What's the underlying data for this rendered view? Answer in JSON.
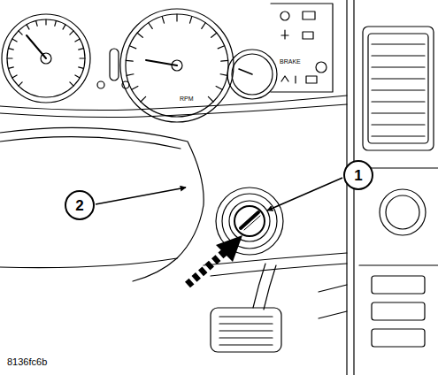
{
  "diagram": {
    "nodes": [
      {
        "text": [
          "1"
        ]
      },
      {
        "text": [
          "2"
        ]
      }
    ],
    "labels": [
      "RPM",
      "BRAKE",
      "8136fc6b"
    ]
  }
}
